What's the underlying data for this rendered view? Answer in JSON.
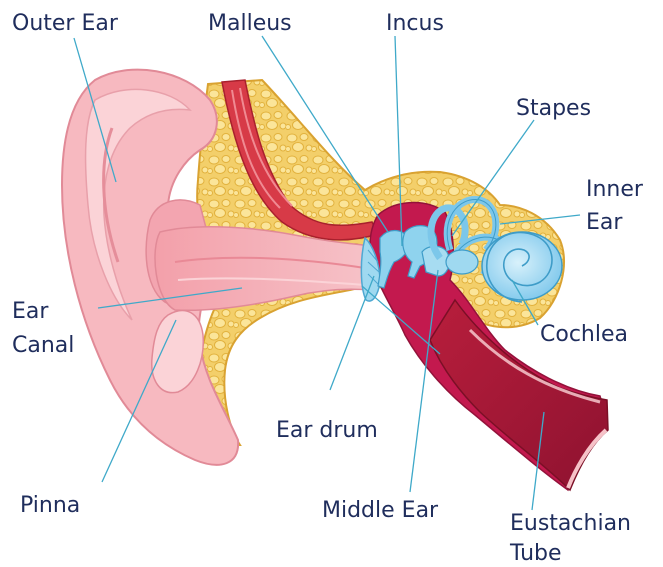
{
  "diagram": {
    "labels": {
      "outer_ear": "Outer Ear",
      "malleus": "Malleus",
      "incus": "Incus",
      "stapes": "Stapes",
      "inner_ear_line1": "Inner",
      "inner_ear_line2": "Ear",
      "ear_canal_line1": "Ear",
      "ear_canal_line2": "Canal",
      "cochlea": "Cochlea",
      "ear_drum": "Ear drum",
      "pinna": "Pinna",
      "middle_ear": "Middle Ear",
      "eustachian_line1": "Eustachian",
      "eustachian_line2": "Tube"
    },
    "colors": {
      "label_text": "#1f2d5c",
      "leader_line": "#3fa9c9",
      "skin": "#f7b9c0",
      "skin_light": "#fbd3d7",
      "skin_dark": "#e9909c",
      "bone": "#f5d67a",
      "bone_dark": "#e3b43c",
      "muscle": "#c8313f",
      "tympanic_cavity": "#c3194e",
      "ossicles": "#8fd3ee",
      "cochlea": "#a9dcf3"
    }
  }
}
